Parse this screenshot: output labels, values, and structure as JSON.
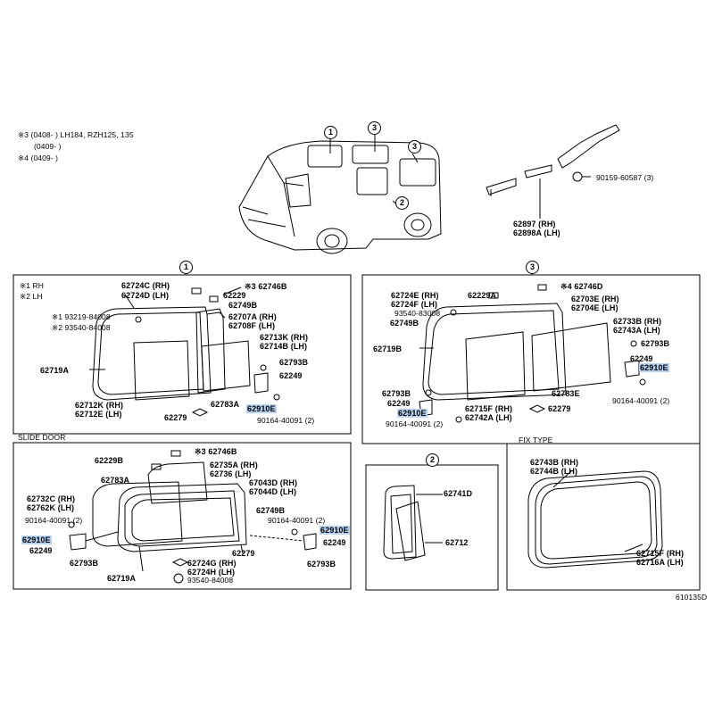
{
  "notes": {
    "n3_a": "※3 (0408-     ) LH184, RZH125, 135",
    "n3_b": "(0409-     )",
    "n4": "※4 (0409-     )"
  },
  "markers": {
    "m1": "1",
    "m2": "2",
    "m3": "3"
  },
  "topright": {
    "screw": "90159-60587 (3)",
    "rh": "62897 (RH)",
    "lh": "62898A (LH)"
  },
  "section1": {
    "title": "1",
    "legend_rh": "※1 RH",
    "legend_lh": "※2 LH",
    "labels": [
      "62724C (RH)",
      "62724D (LH)",
      "※3 62746B",
      "62229",
      "62749B",
      "※1 93219-84008",
      "※2 93540-84008",
      "62707A (RH)",
      "62708F (LH)",
      "62713K (RH)",
      "62714B (LH)",
      "62719A",
      "62793B",
      "62249",
      "62712K (RH)",
      "62712E (LH)",
      "62783A",
      "62910E",
      "62279",
      "90164-40091 (2)"
    ]
  },
  "section3": {
    "title": "3",
    "labels": [
      "62724E (RH)",
      "62724F (LH)",
      "62229A",
      "※4 62746D",
      "62703E (RH)",
      "62704E (LH)",
      "93540-83008",
      "62749B",
      "62733B (RH)",
      "62743A (LH)",
      "62719B",
      "62793B",
      "62249",
      "62910E",
      "62793B",
      "62249",
      "62783E",
      "62910E",
      "62715F (RH)",
      "62742A (LH)",
      "62279",
      "90164-40091 (2)",
      "90164-40091 (2)"
    ]
  },
  "slide_door": {
    "title": "SLIDE DOOR",
    "labels": [
      "※3 62746B",
      "62229B",
      "62735A (RH)",
      "62736 (LH)",
      "62783A",
      "67043D (RH)",
      "67044D (LH)",
      "62732C (RH)",
      "62762K (LH)",
      "62749B",
      "90164-40091 (2)",
      "90164-40091 (2)",
      "62910E",
      "62910E",
      "62249",
      "62249",
      "62279",
      "62793B",
      "62724G (RH)",
      "62724H (LH)",
      "62793B",
      "62719A",
      "93540-84008"
    ]
  },
  "section2": {
    "title": "2",
    "labels": [
      "62741D",
      "62712"
    ]
  },
  "fix_type": {
    "title": "FIX TYPE",
    "labels": [
      "62743B (RH)",
      "62744B (LH)",
      "62715F (RH)",
      "62716A (LH)"
    ]
  },
  "code": "610135D",
  "colors": {
    "highlight": "#b8d2f4",
    "ink": "#000000"
  }
}
